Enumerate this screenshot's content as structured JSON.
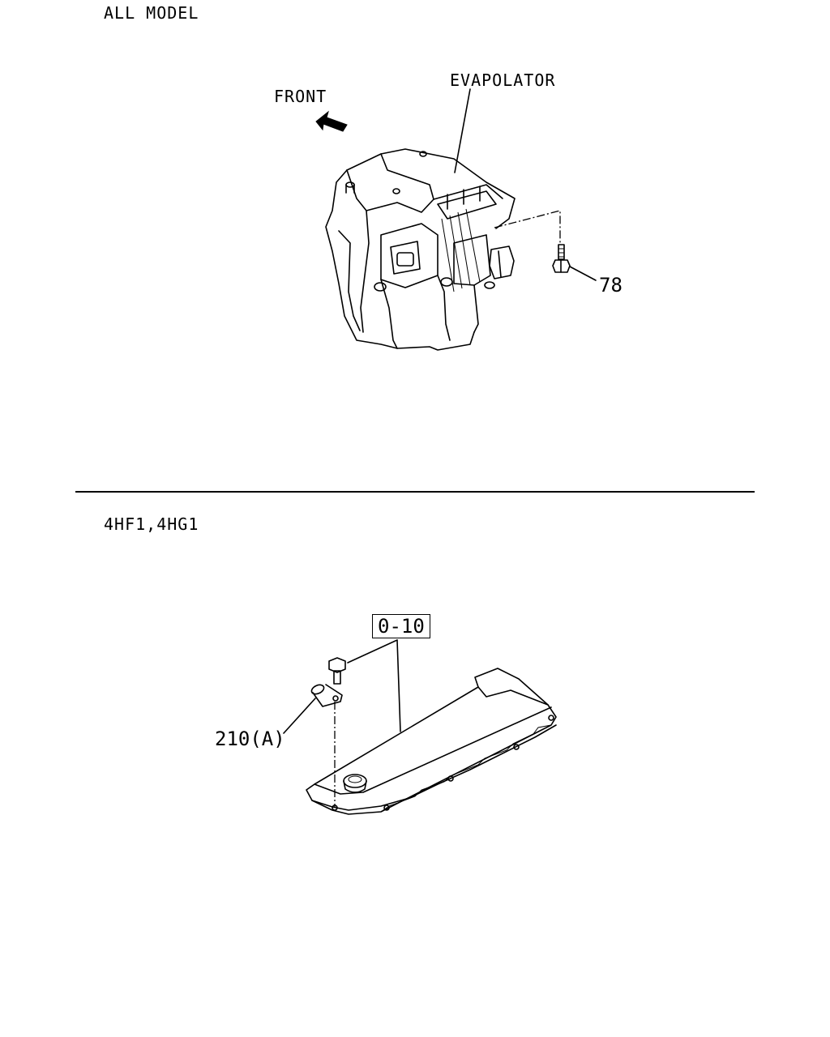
{
  "sections": [
    {
      "heading": "ALL MODEL",
      "labels": {
        "front": "FRONT",
        "evaporator": "EVAPOLATOR",
        "callout_78": "78"
      }
    },
    {
      "heading": "4HF1,4HG1",
      "labels": {
        "callout_boxed": "0-10",
        "callout_210a": "210(A)"
      }
    }
  ],
  "icons": {
    "front_arrow": "arrow-up-left-icon"
  }
}
